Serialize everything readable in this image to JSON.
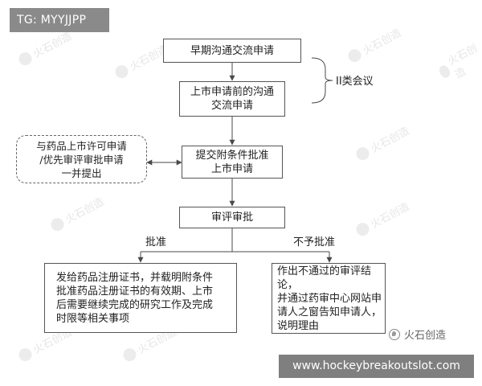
{
  "tag": "TG: MYYJJPP",
  "url": "www.hockeybreakoutslot.com",
  "brand": "火石创造",
  "watermark": "火石创造",
  "nodes": {
    "early": "早期沟通交流申请",
    "premarket": "上市申请前的沟通\n交流申请",
    "submit": "提交附条件批准\n上市申请",
    "parallel": "与药品上市许可申请\n/优先审评审批申请\n一并提出",
    "review": "审评审批",
    "approve_result": "发给药品注册证书，并载明附条件\n批准药品注册证书的有效期、上市\n后需要继续完成的研究工作及完成\n时限等相关事项",
    "reject_result": "作出不通过的审评结论，\n并通过药审中心网站申\n请人之窗告知申请人，\n说明理由"
  },
  "labels": {
    "meeting": "II类会议",
    "approve": "批准",
    "reject": "不予批准"
  }
}
